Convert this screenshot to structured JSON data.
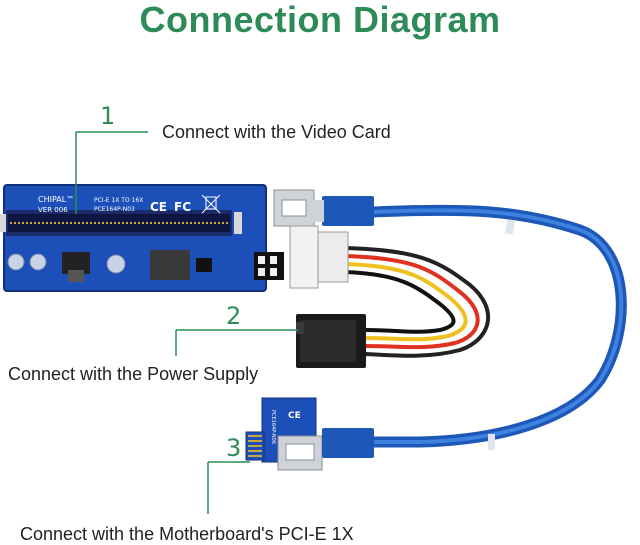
{
  "title": "Connection Diagram",
  "colors": {
    "accent": "#2e8b57",
    "board": "#1d4fb8",
    "cable": "#2a6fd6",
    "gold": "#c9a640"
  },
  "board_text": {
    "brand": "CHIPAL™",
    "version": "VER 006",
    "spec": "PCI-E 1X TO 16X",
    "model": "PCE164P-N03",
    "ce": "CE",
    "fc": "FC"
  },
  "small_board_text": {
    "ce": "CE",
    "model": "PCE164P-N06"
  },
  "callouts": [
    {
      "number": "1",
      "label": "Connect with the Video Card"
    },
    {
      "number": "2",
      "label": "Connect with the Power Supply"
    },
    {
      "number": "3",
      "label": "Connect with the Motherboard's PCI-E 1X"
    }
  ]
}
